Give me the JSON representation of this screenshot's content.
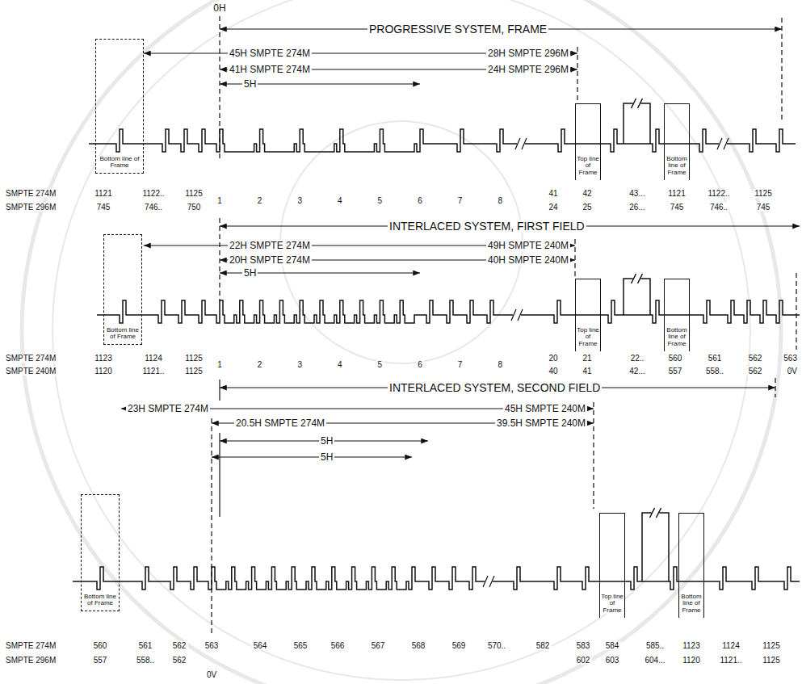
{
  "diagram": {
    "nodes": [
      {
        "text": [
          "Bottom line of Frame"
        ]
      },
      {
        "text": [
          "Top line of Frame"
        ]
      },
      {
        "text": [
          "Bottom line of Frame"
        ]
      },
      {
        "text": [
          "Bottom line of Frame"
        ]
      },
      {
        "text": [
          "Top line of Frame"
        ]
      },
      {
        "text": [
          "Bottom line of Frame"
        ]
      },
      {
        "text": [
          "Bottom line of Frame"
        ]
      },
      {
        "text": [
          "Top line of Frame"
        ]
      },
      {
        "text": [
          "Bottom line of Frame"
        ]
      }
    ],
    "labels": [
      "0H",
      "PROGRESSIVE SYSTEM, FRAME",
      "45H SMPTE 274M",
      "28H SMPTE 296M",
      "41H SMPTE 274M",
      "24H SMPTE 296M",
      "5H",
      "SMPTE 274M",
      "1121",
      "1122..",
      "1125",
      "SMPTE 296M",
      "745",
      "746..",
      "750",
      "1",
      "2",
      "3",
      "4",
      "5",
      "6",
      "7",
      "8",
      "41",
      "42",
      "43...",
      "1121",
      "1122..",
      "1125",
      "24",
      "25",
      "26...",
      "745",
      "746..",
      "745",
      "INTERLACED SYSTEM, FIRST FIELD",
      "22H SMPTE 274M",
      "49H SMPTE 240M",
      "20H SMPTE 274M",
      "40H SMPTE 240M",
      "5H",
      "SMPTE 274M",
      "1123",
      "1124",
      "1125",
      "SMPTE 240M",
      "1120",
      "1121..",
      "1125",
      "1",
      "2",
      "3",
      "4",
      "5",
      "6",
      "7",
      "8",
      "20",
      "21",
      "22..",
      "560",
      "561",
      "562",
      "563",
      "40",
      "41",
      "42...",
      "557",
      "558..",
      "562",
      "0V",
      "INTERLACED SYSTEM, SECOND FIELD",
      "23H SMPTE 274M",
      "45H SMPTE 240M",
      "20.5H SMPTE 274M",
      "39.5H SMPTE 240M",
      "5H",
      "5H",
      "SMPTE 274M",
      "560",
      "561",
      "562",
      "563",
      "564",
      "565",
      "566",
      "567",
      "568",
      "569",
      "570..",
      "582",
      "583",
      "584",
      "585..",
      "1123",
      "1124",
      "1125",
      "SMPTE 296M",
      "557",
      "558..",
      "562",
      "602",
      "603",
      "604...",
      "1120",
      "1121..",
      "1125",
      "0V"
    ]
  }
}
